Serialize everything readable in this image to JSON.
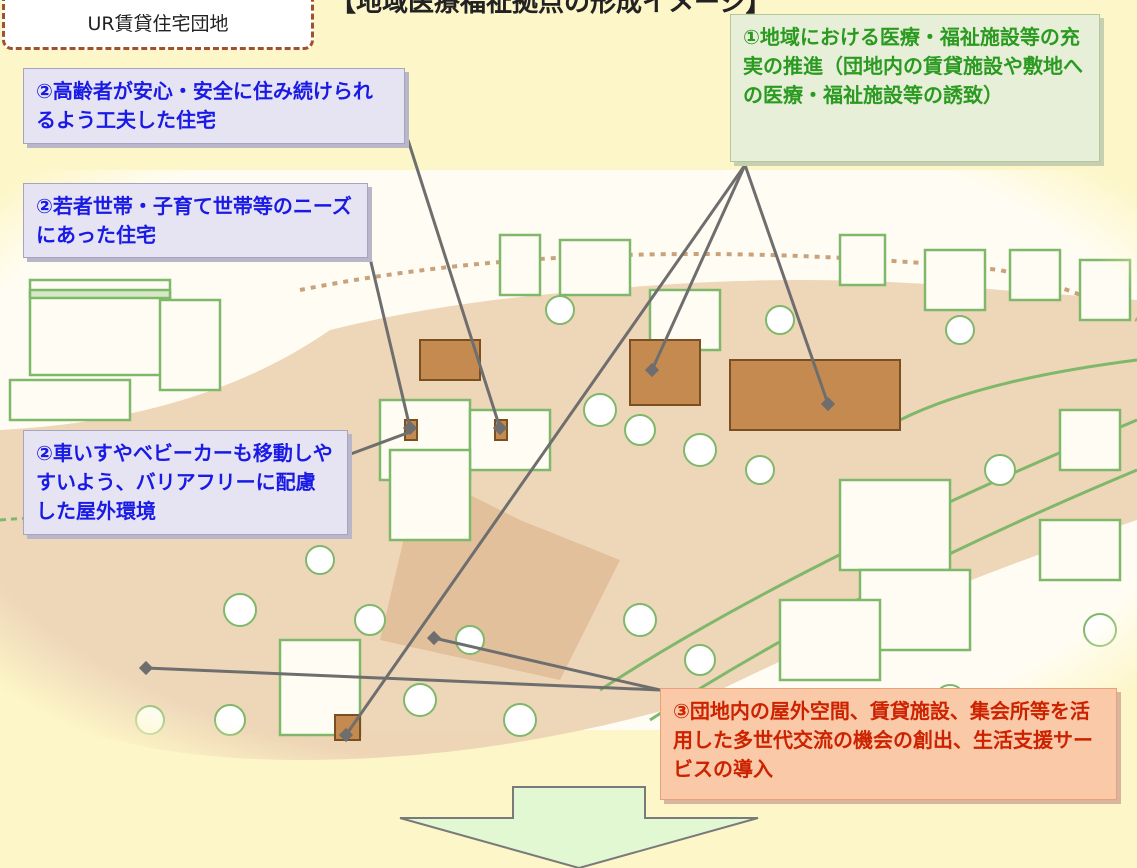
{
  "header": {
    "tag_label": "UR賃貸住宅団地",
    "title_fragment": "【地域医療福祉拠点の形成イメージ】"
  },
  "callouts": {
    "elderly_housing": "②高齢者が安心・安全に住み続けられるよう工夫した住宅",
    "young_family_housing": "②若者世帯・子育て世帯等のニーズにあった住宅",
    "barrier_free": "②車いすやベビーカーも移動しやすいよう、バリアフリーに配慮した屋外環境",
    "medical_welfare": "①地域における医療・福祉施設等の充実の推進（団地内の賃貸施設や敷地への医療・福祉施設等の誘致）",
    "multigeneration": "③団地内の屋外空間、賃貸施設、集会所等を活用した多世代交流の機会の創出、生活支援サービスの導入"
  },
  "colors": {
    "background": "#fdf6c8",
    "scene_ground": "#e9cfb0",
    "line_art": "#7fb86a",
    "pointer_line": "#6e6e6e",
    "blue_text": "#1a1ae6",
    "green_text": "#2a9a20",
    "orange_text": "#cc2200"
  }
}
